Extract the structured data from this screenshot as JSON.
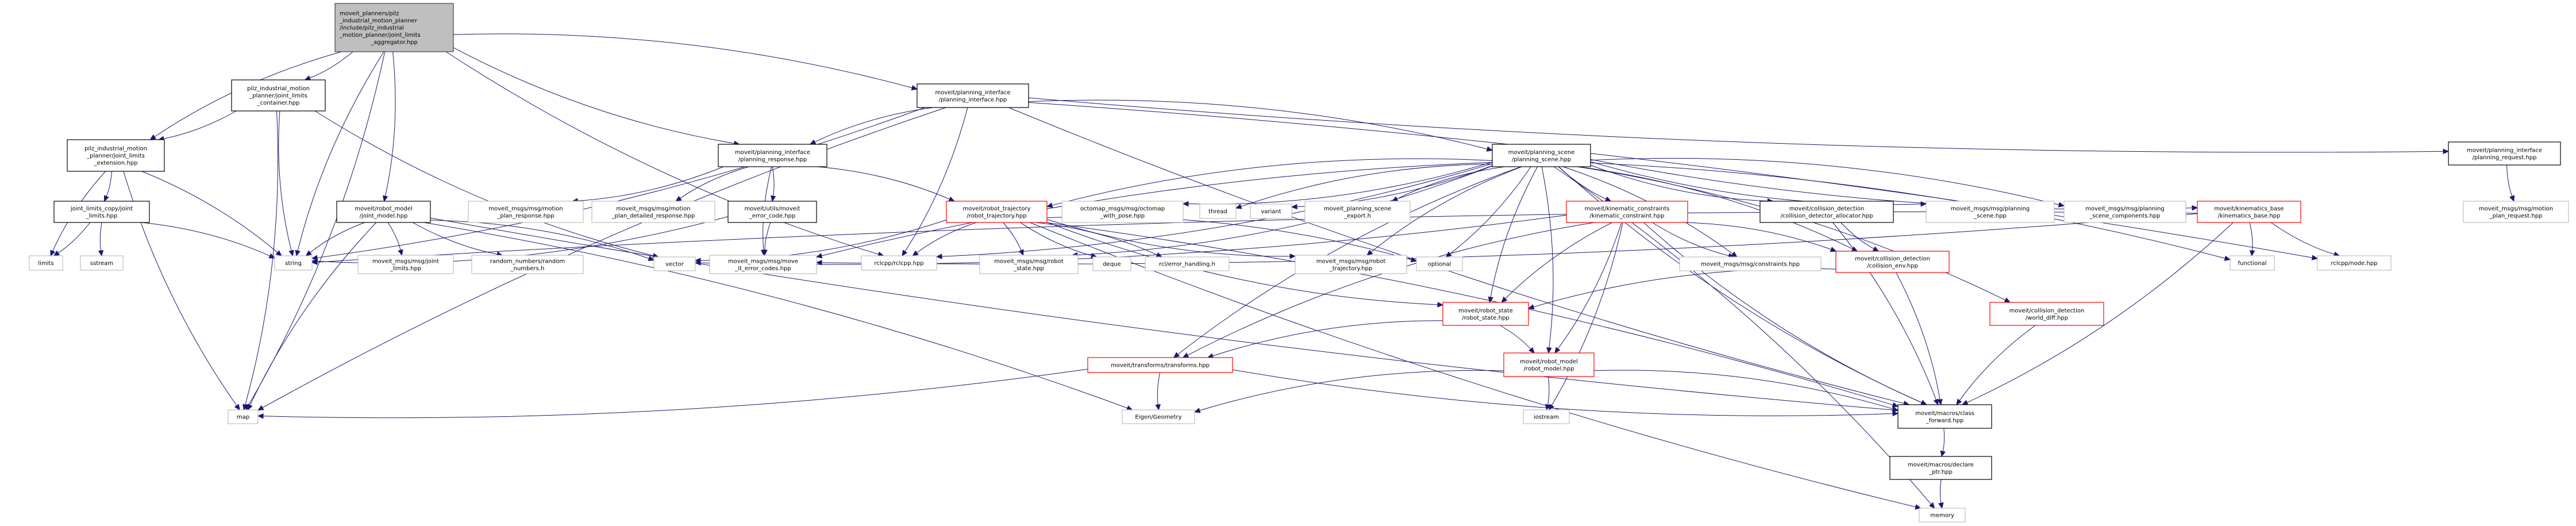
{
  "graph": {
    "title": "Include dependency graph for joint_limits_aggregator.hpp",
    "colors": {
      "edge": "#191970",
      "root_fill": "#bfbfbf",
      "root_border": "#404040",
      "documented_border": "#000000",
      "external_border": "#bfbfbf",
      "truncated_border": "#ff0000",
      "node_fill": "#ffffff"
    },
    "nodes": [
      {
        "id": "root",
        "kind": "root",
        "lines": [
          "moveit_planners/pilz",
          "_industrial_motion_planner",
          "/include/pilz_industrial",
          "_motion_planner/joint_limits",
          "_aggregator.hpp"
        ]
      },
      {
        "id": "container",
        "kind": "documented",
        "lines": [
          "pilz_industrial_motion",
          "_planner/joint_limits",
          "_container.hpp"
        ]
      },
      {
        "id": "extension",
        "kind": "documented",
        "lines": [
          "pilz_industrial_motion",
          "_planner/joint_limits",
          "_extension.hpp"
        ]
      },
      {
        "id": "jl_copy",
        "kind": "documented",
        "lines": [
          "joint_limits_copy/joint",
          "_limits.hpp"
        ]
      },
      {
        "id": "limits",
        "kind": "external",
        "lines": [
          "limits"
        ]
      },
      {
        "id": "sstream",
        "kind": "external",
        "lines": [
          "sstream"
        ]
      },
      {
        "id": "string",
        "kind": "external",
        "lines": [
          "string"
        ]
      },
      {
        "id": "joint_model",
        "kind": "documented",
        "lines": [
          "moveit/robot_model",
          "/joint_model.hpp"
        ]
      },
      {
        "id": "msg_joint_limits",
        "kind": "external",
        "lines": [
          "moveit_msgs/msg/joint",
          "_limits.hpp"
        ]
      },
      {
        "id": "random_numbers",
        "kind": "external",
        "lines": [
          "random_numbers/random",
          "_numbers.h"
        ]
      },
      {
        "id": "vector",
        "kind": "external",
        "lines": [
          "vector"
        ]
      },
      {
        "id": "msg_error_codes",
        "kind": "external",
        "lines": [
          "moveit_msgs/msg/move",
          "_it_error_codes.hpp"
        ]
      },
      {
        "id": "planning_response",
        "kind": "documented",
        "lines": [
          "moveit/planning_interface",
          "/planning_response.hpp"
        ]
      },
      {
        "id": "msg_mp_response",
        "kind": "external",
        "lines": [
          "moveit_msgs/msg/motion",
          "_plan_response.hpp"
        ]
      },
      {
        "id": "msg_mp_detailed",
        "kind": "external",
        "lines": [
          "moveit_msgs/msg/motion",
          "_plan_detailed_response.hpp"
        ]
      },
      {
        "id": "error_code",
        "kind": "documented",
        "lines": [
          "moveit/utils/moveit",
          "_error_code.hpp"
        ]
      },
      {
        "id": "planning_interface",
        "kind": "documented",
        "lines": [
          "moveit/planning_interface",
          "/planning_interface.hpp"
        ]
      },
      {
        "id": "robot_trajectory",
        "kind": "truncated",
        "lines": [
          "moveit/robot_trajectory",
          "/robot_trajectory.hpp"
        ]
      },
      {
        "id": "octomap",
        "kind": "external",
        "lines": [
          "octomap_msgs/msg/octomap",
          "_with_pose.hpp"
        ]
      },
      {
        "id": "thread",
        "kind": "external",
        "lines": [
          "thread"
        ]
      },
      {
        "id": "variant",
        "kind": "external",
        "lines": [
          "variant"
        ]
      },
      {
        "id": "ps_export",
        "kind": "external",
        "lines": [
          "moveit_planning_scene",
          "_export.h"
        ]
      },
      {
        "id": "rclcpp",
        "kind": "external",
        "lines": [
          "rclcpp/rclcpp.hpp"
        ]
      },
      {
        "id": "msg_robot_state",
        "kind": "external",
        "lines": [
          "moveit_msgs/msg/robot",
          "_state.hpp"
        ]
      },
      {
        "id": "deque",
        "kind": "external",
        "lines": [
          "deque"
        ]
      },
      {
        "id": "rcl_error",
        "kind": "external",
        "lines": [
          "rcl/error_handling.h"
        ]
      },
      {
        "id": "msg_robot_traj",
        "kind": "external",
        "lines": [
          "moveit_msgs/msg/robot",
          "_trajectory.hpp"
        ]
      },
      {
        "id": "optional",
        "kind": "external",
        "lines": [
          "optional"
        ]
      },
      {
        "id": "planning_scene",
        "kind": "documented",
        "lines": [
          "moveit/planning_scene",
          "/planning_scene.hpp"
        ]
      },
      {
        "id": "kin_constraint",
        "kind": "truncated",
        "lines": [
          "moveit/kinematic_constraints",
          "/kinematic_constraint.hpp"
        ]
      },
      {
        "id": "msg_constraints",
        "kind": "external",
        "lines": [
          "moveit_msgs/msg/constraints.hpp"
        ]
      },
      {
        "id": "cd_allocator",
        "kind": "documented",
        "lines": [
          "moveit/collision_detection",
          "/collision_detector_allocator.hpp"
        ]
      },
      {
        "id": "collision_env",
        "kind": "truncated",
        "lines": [
          "moveit/collision_detection",
          "/collision_env.hpp"
        ]
      },
      {
        "id": "msg_planning_scene",
        "kind": "external",
        "lines": [
          "moveit_msgs/msg/planning",
          "_scene.hpp"
        ]
      },
      {
        "id": "msg_ps_components",
        "kind": "external",
        "lines": [
          "moveit_msgs/msg/planning",
          "_scene_components.hpp"
        ]
      },
      {
        "id": "kinematics_base",
        "kind": "truncated",
        "lines": [
          "moveit/kinematics_base",
          "/kinematics_base.hpp"
        ]
      },
      {
        "id": "functional",
        "kind": "external",
        "lines": [
          "functional"
        ]
      },
      {
        "id": "rclcpp_node",
        "kind": "external",
        "lines": [
          "rclcpp/node.hpp"
        ]
      },
      {
        "id": "planning_request",
        "kind": "documented",
        "lines": [
          "moveit/planning_interface",
          "/planning_request.hpp"
        ]
      },
      {
        "id": "msg_mp_request",
        "kind": "external",
        "lines": [
          "moveit_msgs/msg/motion",
          "_plan_request.hpp"
        ]
      },
      {
        "id": "robot_state",
        "kind": "truncated",
        "lines": [
          "moveit/robot_state",
          "/robot_state.hpp"
        ]
      },
      {
        "id": "world_diff",
        "kind": "truncated",
        "lines": [
          "moveit/collision_detection",
          "/world_diff.hpp"
        ]
      },
      {
        "id": "transforms",
        "kind": "truncated",
        "lines": [
          "moveit/transforms/transforms.hpp"
        ]
      },
      {
        "id": "robot_model",
        "kind": "truncated",
        "lines": [
          "moveit/robot_model",
          "/robot_model.hpp"
        ]
      },
      {
        "id": "map",
        "kind": "external",
        "lines": [
          "map"
        ]
      },
      {
        "id": "eigen",
        "kind": "external",
        "lines": [
          "Eigen/Geometry"
        ]
      },
      {
        "id": "iostream",
        "kind": "external",
        "lines": [
          "iostream"
        ]
      },
      {
        "id": "class_forward",
        "kind": "documented",
        "lines": [
          "moveit/macros/class",
          "_forward.hpp"
        ]
      },
      {
        "id": "declare_ptr",
        "kind": "documented",
        "lines": [
          "moveit/macros/declare",
          "_ptr.hpp"
        ]
      },
      {
        "id": "memory",
        "kind": "external",
        "lines": [
          "memory"
        ]
      }
    ],
    "edges": [
      [
        "root",
        "container"
      ],
      [
        "root",
        "extension"
      ],
      [
        "root",
        "joint_model"
      ],
      [
        "root",
        "planning_response"
      ],
      [
        "root",
        "planning_interface"
      ],
      [
        "root",
        "string"
      ],
      [
        "root",
        "map"
      ],
      [
        "root",
        "rclcpp"
      ],
      [
        "container",
        "extension"
      ],
      [
        "container",
        "string"
      ],
      [
        "container",
        "map"
      ],
      [
        "container",
        "vector"
      ],
      [
        "extension",
        "jl_copy"
      ],
      [
        "extension",
        "limits"
      ],
      [
        "extension",
        "string"
      ],
      [
        "extension",
        "map"
      ],
      [
        "jl_copy",
        "limits"
      ],
      [
        "jl_copy",
        "sstream"
      ],
      [
        "jl_copy",
        "string"
      ],
      [
        "joint_model",
        "string"
      ],
      [
        "joint_model",
        "msg_joint_limits"
      ],
      [
        "joint_model",
        "random_numbers"
      ],
      [
        "joint_model",
        "vector"
      ],
      [
        "joint_model",
        "map"
      ],
      [
        "joint_model",
        "eigen"
      ],
      [
        "joint_model",
        "class_forward"
      ],
      [
        "planning_response",
        "msg_mp_response"
      ],
      [
        "planning_response",
        "msg_mp_detailed"
      ],
      [
        "planning_response",
        "error_code"
      ],
      [
        "planning_response",
        "msg_error_codes"
      ],
      [
        "planning_response",
        "robot_trajectory"
      ],
      [
        "error_code",
        "msg_error_codes"
      ],
      [
        "error_code",
        "string"
      ],
      [
        "planning_interface",
        "planning_response"
      ],
      [
        "planning_interface",
        "planning_scene"
      ],
      [
        "planning_interface",
        "planning_request"
      ],
      [
        "planning_interface",
        "string"
      ],
      [
        "planning_interface",
        "map"
      ],
      [
        "planning_interface",
        "rclcpp"
      ],
      [
        "planning_interface",
        "class_forward"
      ],
      [
        "planning_interface",
        "rclcpp_node"
      ],
      [
        "robot_trajectory",
        "rclcpp"
      ],
      [
        "robot_trajectory",
        "msg_robot_state"
      ],
      [
        "robot_trajectory",
        "deque"
      ],
      [
        "robot_trajectory",
        "rcl_error"
      ],
      [
        "robot_trajectory",
        "msg_robot_traj"
      ],
      [
        "robot_trajectory",
        "optional"
      ],
      [
        "robot_trajectory",
        "robot_state"
      ],
      [
        "robot_trajectory",
        "class_forward"
      ],
      [
        "robot_trajectory",
        "memory"
      ],
      [
        "robot_trajectory",
        "vector"
      ],
      [
        "planning_scene",
        "robot_trajectory"
      ],
      [
        "planning_scene",
        "octomap"
      ],
      [
        "planning_scene",
        "thread"
      ],
      [
        "planning_scene",
        "variant"
      ],
      [
        "planning_scene",
        "ps_export"
      ],
      [
        "planning_scene",
        "rclcpp"
      ],
      [
        "planning_scene",
        "msg_robot_traj"
      ],
      [
        "planning_scene",
        "optional"
      ],
      [
        "planning_scene",
        "kin_constraint"
      ],
      [
        "planning_scene",
        "msg_constraints"
      ],
      [
        "planning_scene",
        "cd_allocator"
      ],
      [
        "planning_scene",
        "collision_env"
      ],
      [
        "planning_scene",
        "msg_planning_scene"
      ],
      [
        "planning_scene",
        "msg_ps_components"
      ],
      [
        "planning_scene",
        "kinematics_base"
      ],
      [
        "planning_scene",
        "functional"
      ],
      [
        "planning_scene",
        "robot_state"
      ],
      [
        "planning_scene",
        "robot_model"
      ],
      [
        "planning_scene",
        "transforms"
      ],
      [
        "planning_scene",
        "world_diff"
      ],
      [
        "planning_scene",
        "class_forward"
      ],
      [
        "planning_scene",
        "memory"
      ],
      [
        "planning_scene",
        "msg_error_codes"
      ],
      [
        "planning_scene",
        "msg_robot_state"
      ],
      [
        "kin_constraint",
        "msg_constraints"
      ],
      [
        "kin_constraint",
        "collision_env"
      ],
      [
        "kin_constraint",
        "robot_state"
      ],
      [
        "kin_constraint",
        "robot_model"
      ],
      [
        "kin_constraint",
        "transforms"
      ],
      [
        "kin_constraint",
        "iostream"
      ],
      [
        "kin_constraint",
        "class_forward"
      ],
      [
        "kin_constraint",
        "vector"
      ],
      [
        "cd_allocator",
        "collision_env"
      ],
      [
        "cd_allocator",
        "class_forward"
      ],
      [
        "collision_env",
        "robot_state"
      ],
      [
        "collision_env",
        "class_forward"
      ],
      [
        "world_diff",
        "class_forward"
      ],
      [
        "kinematics_base",
        "functional"
      ],
      [
        "kinematics_base",
        "rclcpp_node"
      ],
      [
        "kinematics_base",
        "class_forward"
      ],
      [
        "kinematics_base",
        "string"
      ],
      [
        "kinematics_base",
        "msg_error_codes"
      ],
      [
        "planning_request",
        "msg_mp_request"
      ],
      [
        "robot_state",
        "robot_model"
      ],
      [
        "robot_state",
        "transforms"
      ],
      [
        "robot_model",
        "iostream"
      ],
      [
        "robot_model",
        "eigen"
      ],
      [
        "robot_model",
        "class_forward"
      ],
      [
        "transforms",
        "eigen"
      ],
      [
        "transforms",
        "map"
      ],
      [
        "transforms",
        "class_forward"
      ],
      [
        "class_forward",
        "declare_ptr"
      ],
      [
        "declare_ptr",
        "memory"
      ]
    ]
  }
}
